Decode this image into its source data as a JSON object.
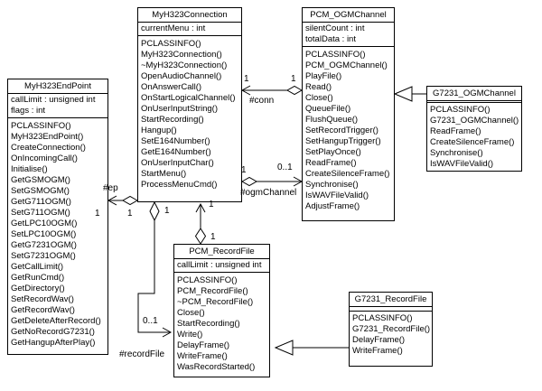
{
  "diagram": {
    "background": "#ffffff",
    "line_color": "#000000",
    "type": "uml-class-diagram"
  },
  "classes": [
    {
      "title": "MyH323EndPoint",
      "attributes": [
        "callLimit : unsigned int",
        "flags : int"
      ],
      "methods": [
        "PCLASSINFO()",
        "MyH323EndPoint()",
        "CreateConnection()",
        "OnIncomingCall()",
        "Initialise()",
        "GetGSMOGM()",
        "SetGSMOGM()",
        "GetG711OGM()",
        "SetG711OGM()",
        "GetLPC10OGM()",
        "SetLPC10OGM()",
        "GetG7231OGM()",
        "SetG7231OGM()",
        "GetCallLimit()",
        "GetRunCmd()",
        "GetDirectory()",
        "SetRecordWav()",
        "GetRecordWav()",
        "GetDeleteAfterRecord()",
        "GetNoRecordG7231()",
        "GetHangupAfterPlay()"
      ]
    },
    {
      "title": "MyH323Connection",
      "attributes": [
        "currentMenu : int"
      ],
      "methods": [
        "PCLASSINFO()",
        "MyH323Connection()",
        "~MyH323Connection()",
        "OpenAudioChannel()",
        "OnAnswerCall()",
        "OnStartLogicalChannel()",
        "OnUserInputString()",
        "StartRecording()",
        "Hangup()",
        "SetE164Number()",
        "GetE164Number()",
        "OnUserInputChar()",
        "StartMenu()",
        "ProcessMenuCmd()"
      ]
    },
    {
      "title": "PCM_OGMChannel",
      "attributes": [
        "silentCount : int",
        "totalData : int"
      ],
      "methods": [
        "PCLASSINFO()",
        "PCM_OGMChannel()",
        "PlayFile()",
        "Read()",
        "Close()",
        "QueueFile()",
        "FlushQueue()",
        "SetRecordTrigger()",
        "SetHangupTrigger()",
        "SetPlayOnce()",
        "ReadFrame()",
        "CreateSilenceFrame()",
        "Synchronise()",
        "IsWAVFileValid()",
        "AdjustFrame()"
      ]
    },
    {
      "title": "G7231_OGMChannel",
      "attributes": [],
      "methods": [
        "PCLASSINFO()",
        "G7231_OGMChannel()",
        "ReadFrame()",
        "CreateSilenceFrame()",
        "Synchronise()",
        "IsWAVFileValid()"
      ]
    },
    {
      "title": "PCM_RecordFile",
      "attributes": [
        "callLimit : unsigned int"
      ],
      "methods": [
        "PCLASSINFO()",
        "PCM_RecordFile()",
        "~PCM_RecordFile()",
        "Close()",
        "StartRecording()",
        "Write()",
        "DelayFrame()",
        "WriteFrame()",
        "WasRecordStarted()"
      ]
    },
    {
      "title": "G7231_RecordFile",
      "attributes": [],
      "methods": [
        "PCLASSINFO()",
        "G7231_RecordFile()",
        "DelayFrame()",
        "WriteFrame()"
      ]
    }
  ],
  "relations": {
    "ep": {
      "label": "#ep",
      "mult_endpoint": "1",
      "mult_connection": "1"
    },
    "conn": {
      "label": "#conn",
      "mult_connection": "1",
      "mult_ogmchannel": "1"
    },
    "ogm_channel": {
      "label": "#ogmChannel",
      "mult_connection": "1",
      "mult_ogmchannel": "0..1"
    },
    "record_conn": {
      "mult_connection": "1",
      "mult_recordfile": "1"
    },
    "record_file": {
      "label": "#recordFile",
      "mult_connection": "1",
      "mult_recordfile": "0..1"
    }
  }
}
